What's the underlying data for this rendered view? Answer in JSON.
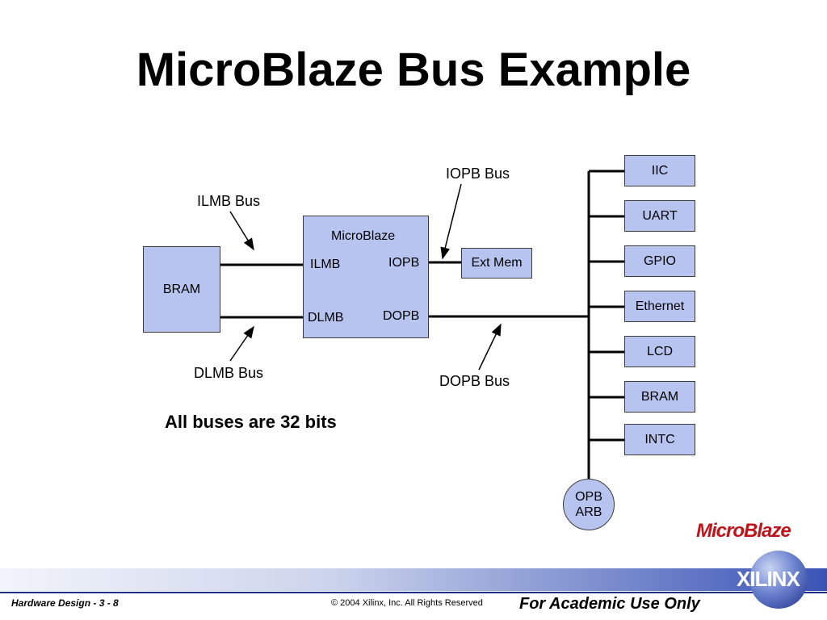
{
  "slide": {
    "title": "MicroBlaze Bus Example",
    "note": "All buses are 32 bits"
  },
  "diagram": {
    "processor": {
      "name": "MicroBlaze",
      "ports": {
        "ilmb": "ILMB",
        "iopb": "IOPB",
        "dlmb": "DLMB",
        "dopb": "DOPB"
      }
    },
    "memory": "BRAM",
    "ext_mem": "Ext Mem",
    "bus_labels": {
      "ilmb": "ILMB Bus",
      "dlmb": "DLMB Bus",
      "iopb": "IOPB Bus",
      "dopb": "DOPB Bus"
    },
    "peripherals": [
      "IIC",
      "UART",
      "GPIO",
      "Ethernet",
      "LCD",
      "BRAM",
      "INTC"
    ],
    "arbiter": {
      "line1": "OPB",
      "line2": "ARB"
    }
  },
  "branding": {
    "logo_micro": "Micro",
    "logo_blaze": "Blaze",
    "company": "XILINX",
    "accent_color": "#1c2f8c",
    "box_color": "#b7c4ef"
  },
  "footer": {
    "course": "Hardware Design  -  3 - 8",
    "copyright": "© 2004 Xilinx, Inc. All Rights Reserved",
    "usage": "For Academic Use Only"
  }
}
